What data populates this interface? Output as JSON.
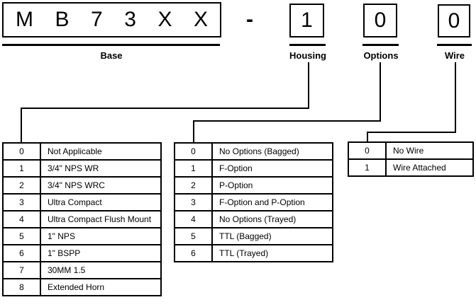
{
  "part_number": {
    "base": {
      "chars": [
        "M",
        "B",
        "7",
        "3",
        "X",
        "X"
      ],
      "label": "Base"
    },
    "separator": "-",
    "segments": [
      {
        "value": "1",
        "label": "Housing"
      },
      {
        "value": "0",
        "label": "Options"
      },
      {
        "value": "0",
        "label": "Wire"
      }
    ]
  },
  "tables": {
    "housing": {
      "rows": [
        {
          "code": "0",
          "label": "Not Applicable"
        },
        {
          "code": "1",
          "label": "3/4\" NPS WR"
        },
        {
          "code": "2",
          "label": "3/4\" NPS WRC"
        },
        {
          "code": "3",
          "label": "Ultra Compact"
        },
        {
          "code": "4",
          "label": "Ultra Compact Flush Mount"
        },
        {
          "code": "5",
          "label": "1\" NPS"
        },
        {
          "code": "6",
          "label": "1\" BSPP"
        },
        {
          "code": "7",
          "label": "30MM 1.5"
        },
        {
          "code": "8",
          "label": "Extended Horn"
        }
      ]
    },
    "options": {
      "rows": [
        {
          "code": "0",
          "label": "No Options (Bagged)"
        },
        {
          "code": "1",
          "label": "F-Option"
        },
        {
          "code": "2",
          "label": "P-Option"
        },
        {
          "code": "3",
          "label": "F-Option and P-Option"
        },
        {
          "code": "4",
          "label": "No Options (Trayed)"
        },
        {
          "code": "5",
          "label": "TTL (Bagged)"
        },
        {
          "code": "6",
          "label": "TTL (Trayed)"
        }
      ]
    },
    "wire": {
      "rows": [
        {
          "code": "0",
          "label": "No Wire"
        },
        {
          "code": "1",
          "label": "Wire Attached"
        }
      ]
    }
  },
  "colors": {
    "line": "#000000",
    "background": "#ffffff"
  }
}
